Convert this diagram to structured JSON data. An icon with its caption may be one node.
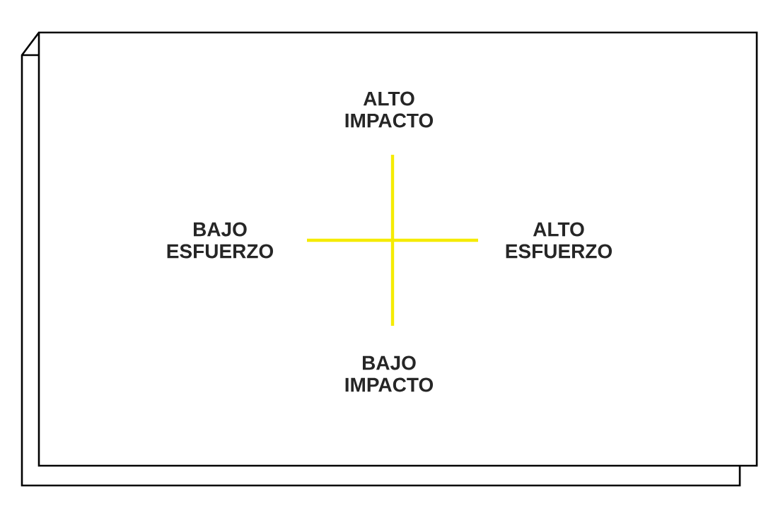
{
  "diagram": {
    "labels": [
      "ALTO IMPACTO",
      "BAJO ESFUERZO",
      "ALTO ESFUERZO",
      "BAJO IMPACTO"
    ]
  }
}
